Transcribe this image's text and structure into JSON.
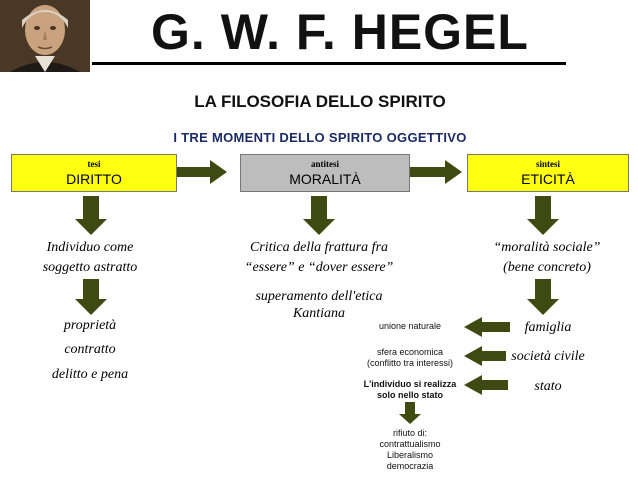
{
  "header": {
    "title": "G. W. F. HEGEL",
    "subtitle": "LA FILOSOFIA DELLO SPIRITO",
    "section": "I TRE MOMENTI DELLO SPIRITO OGGETTIVO"
  },
  "boxes": [
    {
      "tag": "tesi",
      "label": "DIRITTO",
      "color": "#ffff11"
    },
    {
      "tag": "antitesi",
      "label": "MORALITÀ",
      "color": "#bdbdbd"
    },
    {
      "tag": "sintesi",
      "label": "ETICITÀ",
      "color": "#ffff11"
    }
  ],
  "diritto": {
    "desc_line1": "Individuo come",
    "desc_line2": "soggetto astratto",
    "items": [
      "proprietà",
      "contratto",
      "delitto e pena"
    ]
  },
  "moralita": {
    "desc_line1": "Critica della frattura fra",
    "desc_line2": "“essere” e “dover essere”",
    "note_line1": "superamento dell'etica",
    "note_line2": "Kantiana"
  },
  "eticita": {
    "desc_line1": "“moralità sociale”",
    "desc_line2": "(bene concreto)",
    "items": [
      "famiglia",
      "società civile",
      "stato"
    ]
  },
  "notes": {
    "famiglia": "unione naturale",
    "societa_line1": "sfera economica",
    "societa_line2": "(conflitto tra interessi)",
    "stato_line1": "L'individuo si realizza",
    "stato_line2": "solo nello stato",
    "rifiuto": [
      "rifiuto di:",
      "contrattualismo",
      "Liberalismo",
      "democrazia"
    ]
  },
  "colors": {
    "arrow": "#3f4a12",
    "section_text": "#1a2a66"
  }
}
